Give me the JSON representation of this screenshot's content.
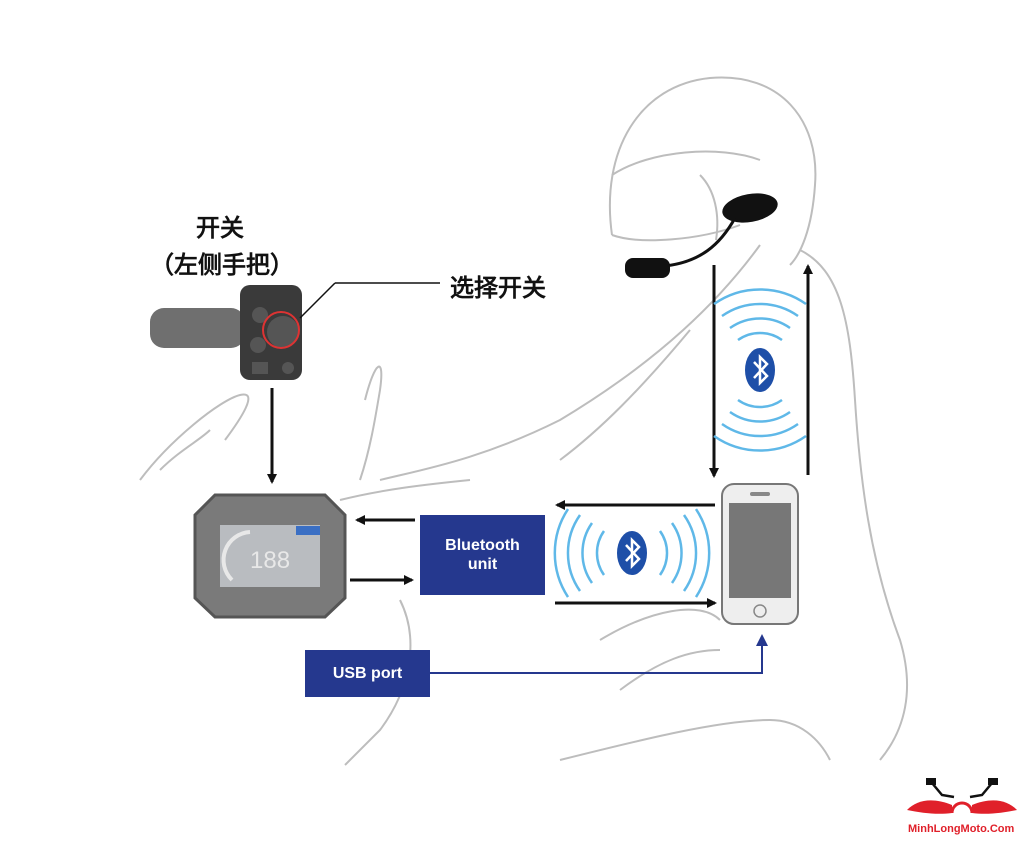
{
  "labels": {
    "switch_title": "开关",
    "switch_subtitle": "（左侧手把）",
    "selector_switch": "选择开关",
    "bluetooth_unit": "Bluetooth unit",
    "usb_port": "USB port",
    "dash_speed": "188"
  },
  "logo": {
    "text": "MinhLongMoto.Com"
  },
  "colors": {
    "box": "#25388e",
    "bluetooth": "#1e4fa8",
    "waves": "#5fb8e8",
    "logo": "#e0202a"
  }
}
